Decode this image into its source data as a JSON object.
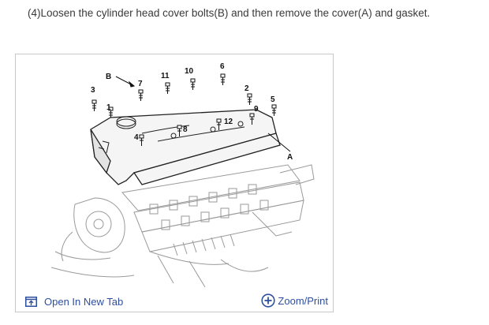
{
  "step": {
    "text": "(4)Loosen the cylinder head cover bolts(B) and then remove the cover(A) and gasket."
  },
  "figure": {
    "labels": {
      "B": "B",
      "A": "A",
      "n1": "1",
      "n2": "2",
      "n3": "3",
      "n4": "4",
      "n5": "5",
      "n6": "6",
      "n7": "7",
      "n8": "8",
      "n9": "9",
      "n10": "10",
      "n11": "11",
      "n12": "12"
    }
  },
  "toolbar": {
    "open_label": "Open In New Tab",
    "zoom_label": "Zoom/Print",
    "open_icon": "open-in-new-tab-icon",
    "zoom_icon": "plus-circle-icon",
    "link_color": "#2e4f9e"
  }
}
